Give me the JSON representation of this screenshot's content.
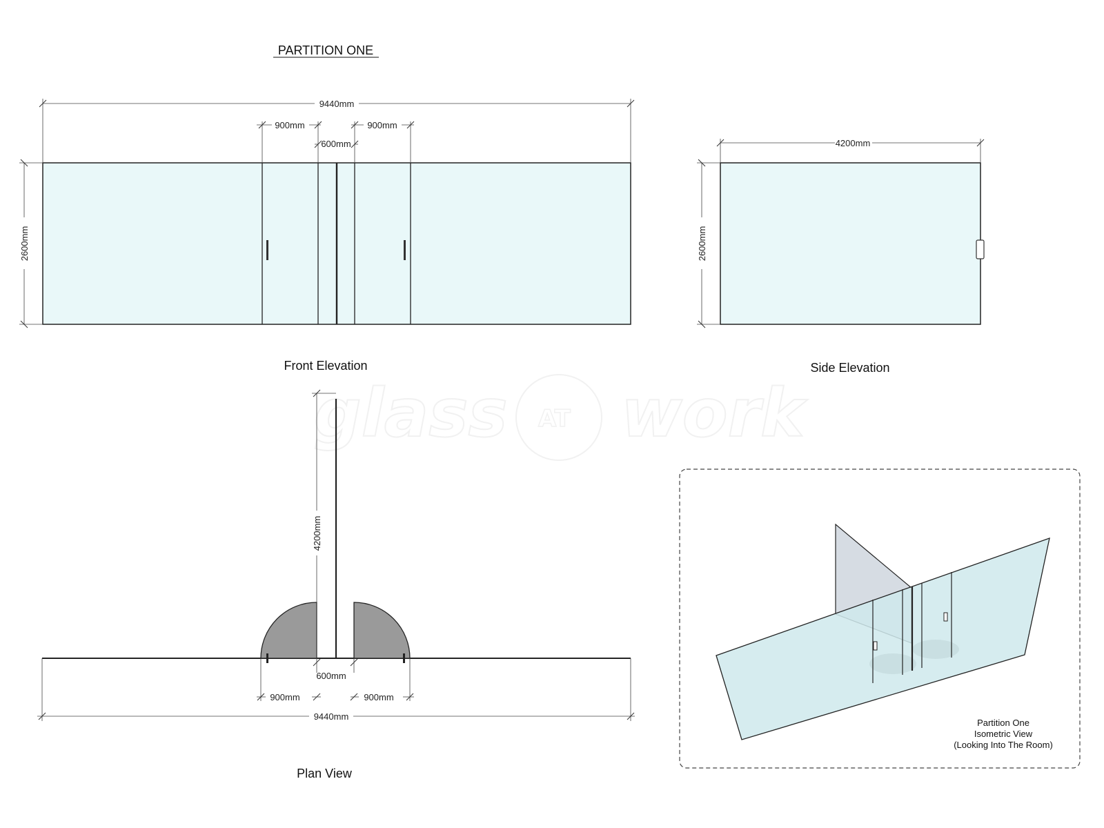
{
  "drawing_title": "PARTITION ONE",
  "colors": {
    "glass": "#e9f8f9",
    "glass_iso": "#cfe9ec",
    "glass_shade": "#d6dce3",
    "door_swing": "#9a9a9a",
    "line": "#222222"
  },
  "watermark": {
    "word1": "glass",
    "at": "AT",
    "word2": "work"
  },
  "front_elevation": {
    "label": "Front Elevation",
    "overall_width": "9440mm",
    "height": "2600mm",
    "door_left": "900mm",
    "door_right": "900mm",
    "centre_gap": "600mm"
  },
  "side_elevation": {
    "label": "Side Elevation",
    "width": "4200mm",
    "height": "2600mm"
  },
  "plan_view": {
    "label": "Plan View",
    "return_length": "4200mm",
    "centre_gap": "600mm",
    "door_left": "900mm",
    "door_right": "900mm",
    "overall_width": "9440mm"
  },
  "isometric": {
    "caption_line1": "Partition One",
    "caption_line2": "Isometric View",
    "caption_line3": "(Looking Into The Room)"
  }
}
